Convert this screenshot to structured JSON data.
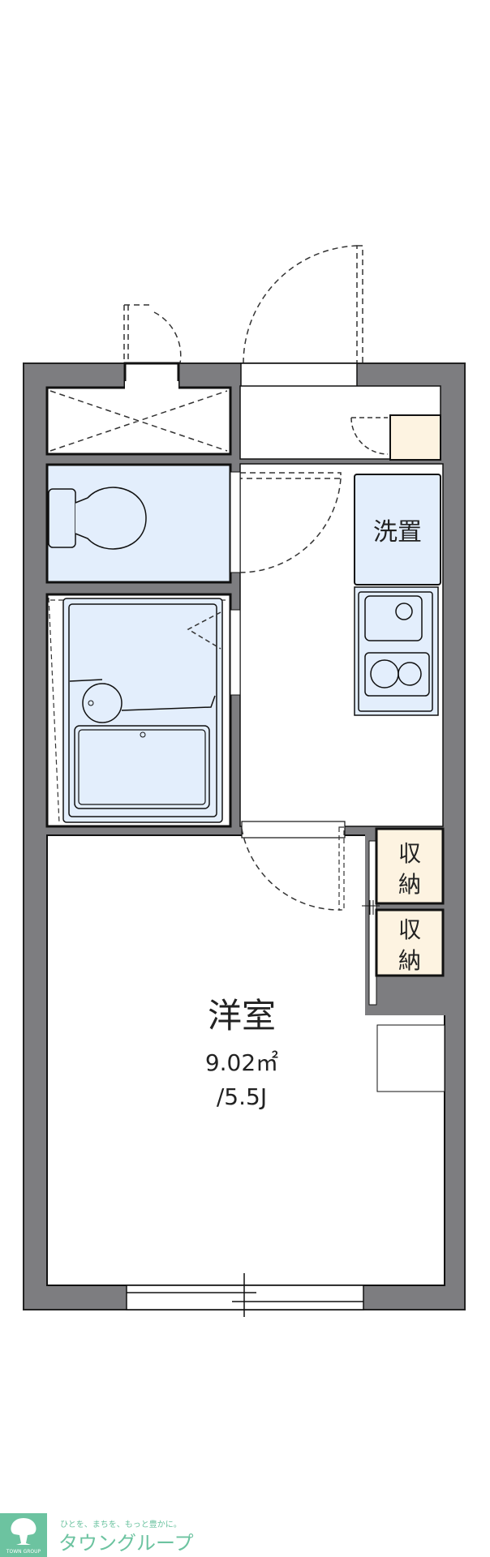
{
  "floorplan": {
    "rooms": {
      "western_room": {
        "name": "洋室",
        "area": "9.02㎡",
        "size": "/5.5J"
      },
      "washer": {
        "name": "洗置"
      },
      "storage_1": {
        "line1": "収",
        "line2": "納"
      },
      "storage_2": {
        "line1": "収",
        "line2": "納"
      }
    }
  },
  "colors": {
    "wall": "#7d7d80",
    "wet_area": "#e3eefc",
    "storage": "#fdf3e1",
    "brand": "#6cc3a0"
  },
  "logo": {
    "tagline": "ひとを、まちを、もっと豊かに。",
    "name": "タウングループ",
    "emblem_text": "TOWN GROUP"
  }
}
